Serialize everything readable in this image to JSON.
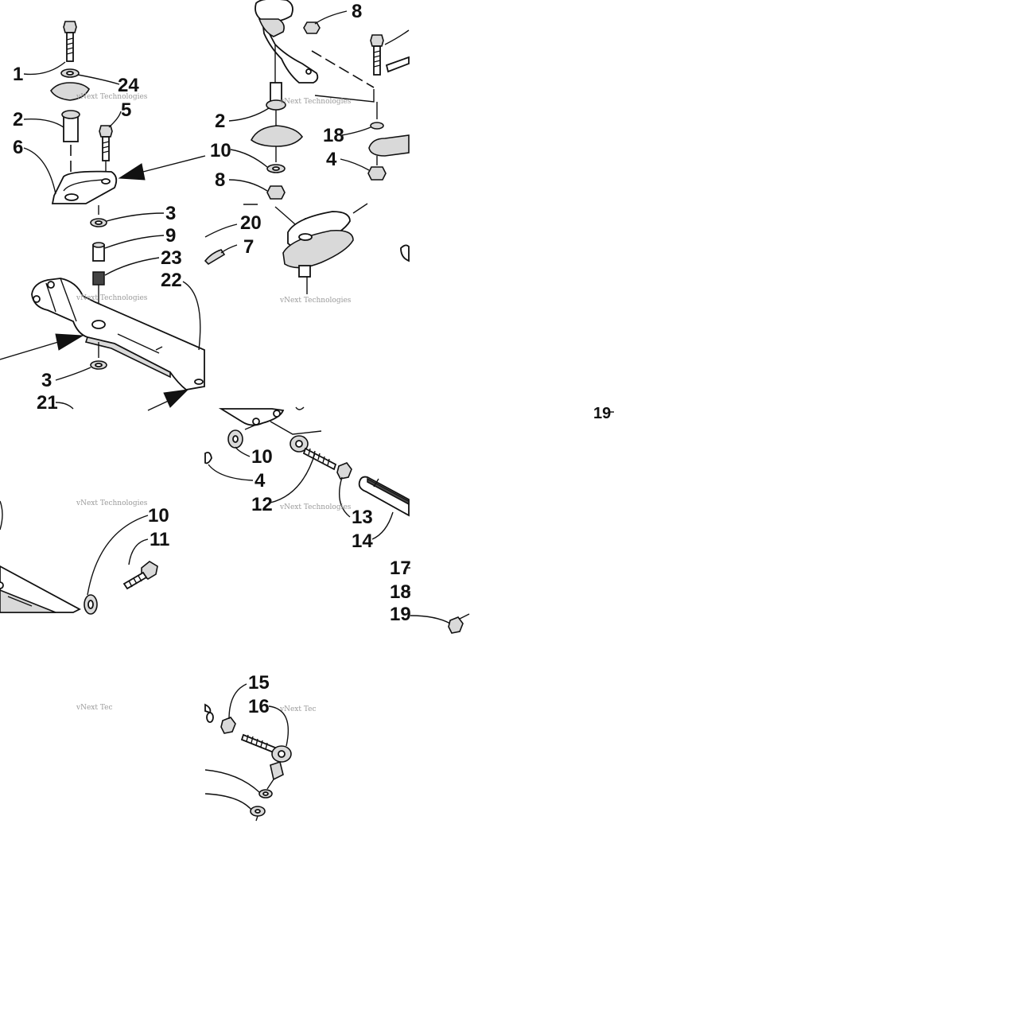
{
  "callouts": {
    "t1_1": "1",
    "t1_24": "24",
    "t1_2": "2",
    "t1_5": "5",
    "t1_6": "6",
    "t2_8": "8",
    "t2_2": "2",
    "t2_18": "18",
    "t2_10": "10",
    "t2_4": "4",
    "t2_8b": "8",
    "t4_3": "3",
    "t4_9": "9",
    "t4_23": "23",
    "t4_22": "22",
    "t4_3b": "3",
    "t4_21": "21",
    "t5_20": "20",
    "t5_7": "7",
    "t8_10": "10",
    "t8_11": "11",
    "t9_10": "10",
    "t9_4": "4",
    "t9_12": "12",
    "t9_13": "13",
    "t9_14": "14",
    "t10_17": "17",
    "t10_18": "18",
    "t10_19": "19",
    "t11_19": "19",
    "t14_15": "15",
    "t14_16": "16"
  },
  "watermarks": {
    "w1": "vNext Technologies",
    "w2": "vNext Technologies",
    "w3": "vNext Technologies",
    "w4": "vNext Technologies",
    "w5": "vNext Technologies",
    "w6": "vNext Technologies",
    "w7": "vNext Tec",
    "w8": "vNext Tec"
  },
  "icons": {
    "arrow": "arrow-icon",
    "bolt": "bolt-icon",
    "washer": "washer-icon",
    "nut": "nut-icon"
  },
  "colors": {
    "background": "#ffffff",
    "ink": "#111111",
    "watermark": "#9a9a9a"
  }
}
